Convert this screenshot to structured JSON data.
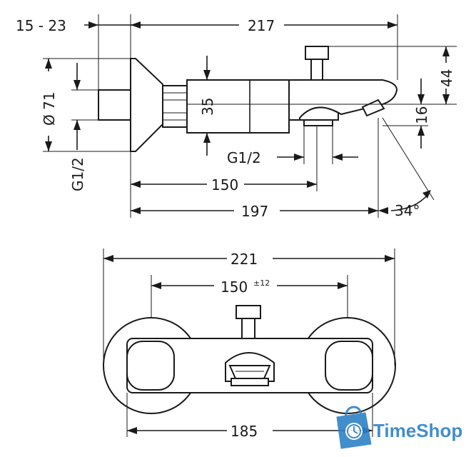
{
  "side_view": {
    "dim_offset": "15 - 23",
    "dim_total_length": "217",
    "dim_diameter": "Ø 71",
    "dim_thread_left": "G1/2",
    "dim_body_height": "35",
    "dim_thread_bottom": "G1/2",
    "dim_spout_height": "44",
    "dim_spout_drop": "16",
    "dim_center": "150",
    "dim_spout_reach": "197",
    "dim_angle": "34°"
  },
  "top_view": {
    "dim_overall_width": "221",
    "dim_center_distance": "150",
    "dim_center_tolerance": "±12",
    "dim_body_width": "185"
  },
  "watermark": {
    "brand_text": "TimeShop",
    "brand_color": "#2e82c6",
    "icon": "shopping-bag-clock-icon"
  }
}
